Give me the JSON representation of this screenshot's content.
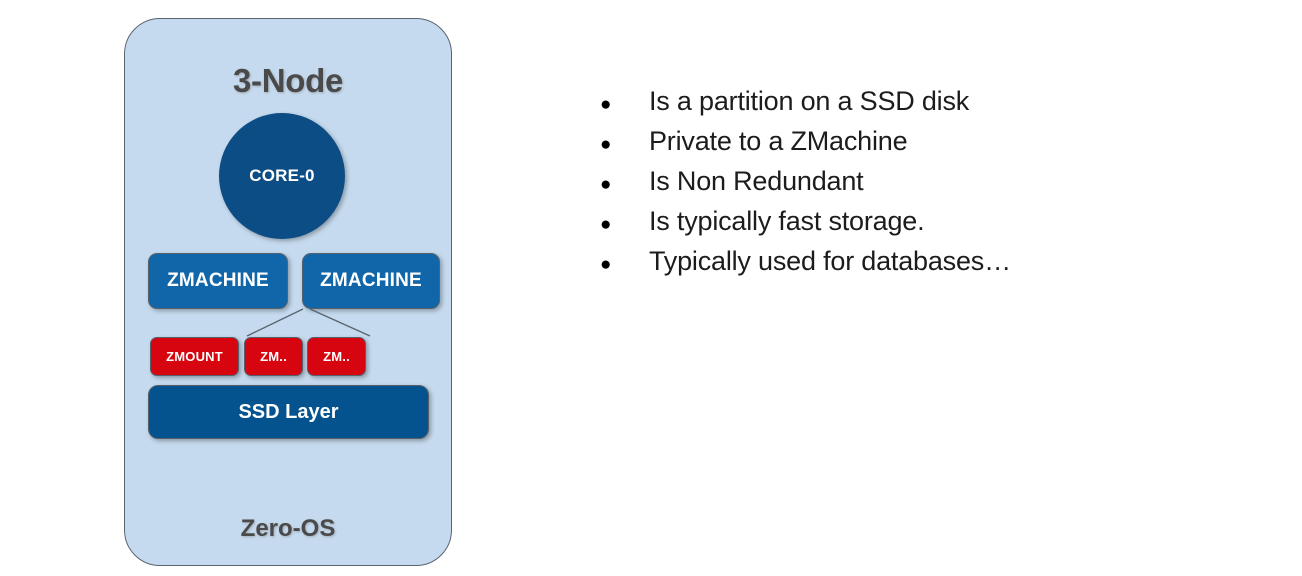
{
  "slide": {
    "background_color": "#ffffff"
  },
  "diagram": {
    "panel": {
      "title": "3-Node",
      "footer_label": "Zero-OS",
      "fill_color": "#c5daee",
      "border_color": "#5a6570",
      "title_color": "#4a4a4a"
    },
    "core": {
      "label": "CORE-0",
      "color": "#0d4d85"
    },
    "zmachines": [
      {
        "label": "ZMACHINE",
        "color": "#1066a9"
      },
      {
        "label": "ZMACHINE",
        "color": "#1066a9"
      }
    ],
    "zmounts": [
      {
        "label": "ZMOUNT",
        "color": "#d6050f"
      },
      {
        "label": "ZM..",
        "color": "#d6050f"
      },
      {
        "label": "ZM..",
        "color": "#d6050f"
      }
    ],
    "storage_layer": {
      "label": "SSD Layer",
      "color": "#04538e"
    },
    "connector_color": "#5a6570"
  },
  "bullets": {
    "marker": "●",
    "items": [
      "Is a partition on a SSD disk",
      "Private to a ZMachine",
      "Is Non Redundant",
      "Is typically fast storage.",
      "Typically used for databases…"
    ]
  }
}
